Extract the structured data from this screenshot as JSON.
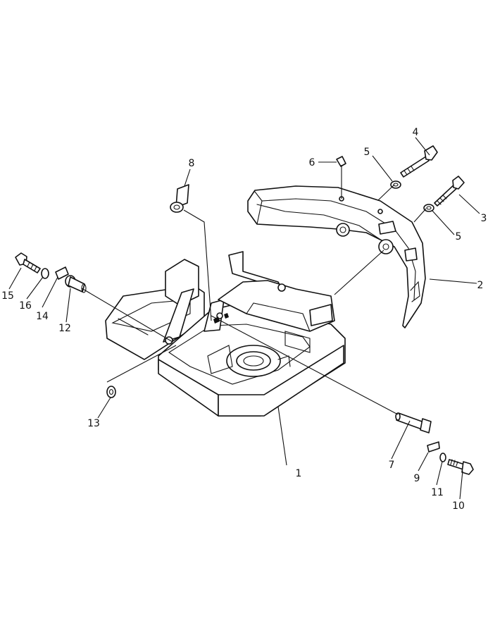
{
  "diagram": {
    "callouts": [
      {
        "id": "1",
        "label": "1"
      },
      {
        "id": "2",
        "label": "2"
      },
      {
        "id": "3",
        "label": "3"
      },
      {
        "id": "4",
        "label": "4"
      },
      {
        "id": "5a",
        "label": "5"
      },
      {
        "id": "5b",
        "label": "5"
      },
      {
        "id": "6",
        "label": "6"
      },
      {
        "id": "7",
        "label": "7"
      },
      {
        "id": "8",
        "label": "8"
      },
      {
        "id": "9",
        "label": "9"
      },
      {
        "id": "10",
        "label": "10"
      },
      {
        "id": "11",
        "label": "11"
      },
      {
        "id": "12",
        "label": "12"
      },
      {
        "id": "13",
        "label": "13"
      },
      {
        "id": "14",
        "label": "14"
      },
      {
        "id": "15",
        "label": "15"
      },
      {
        "id": "16",
        "label": "16"
      }
    ]
  }
}
